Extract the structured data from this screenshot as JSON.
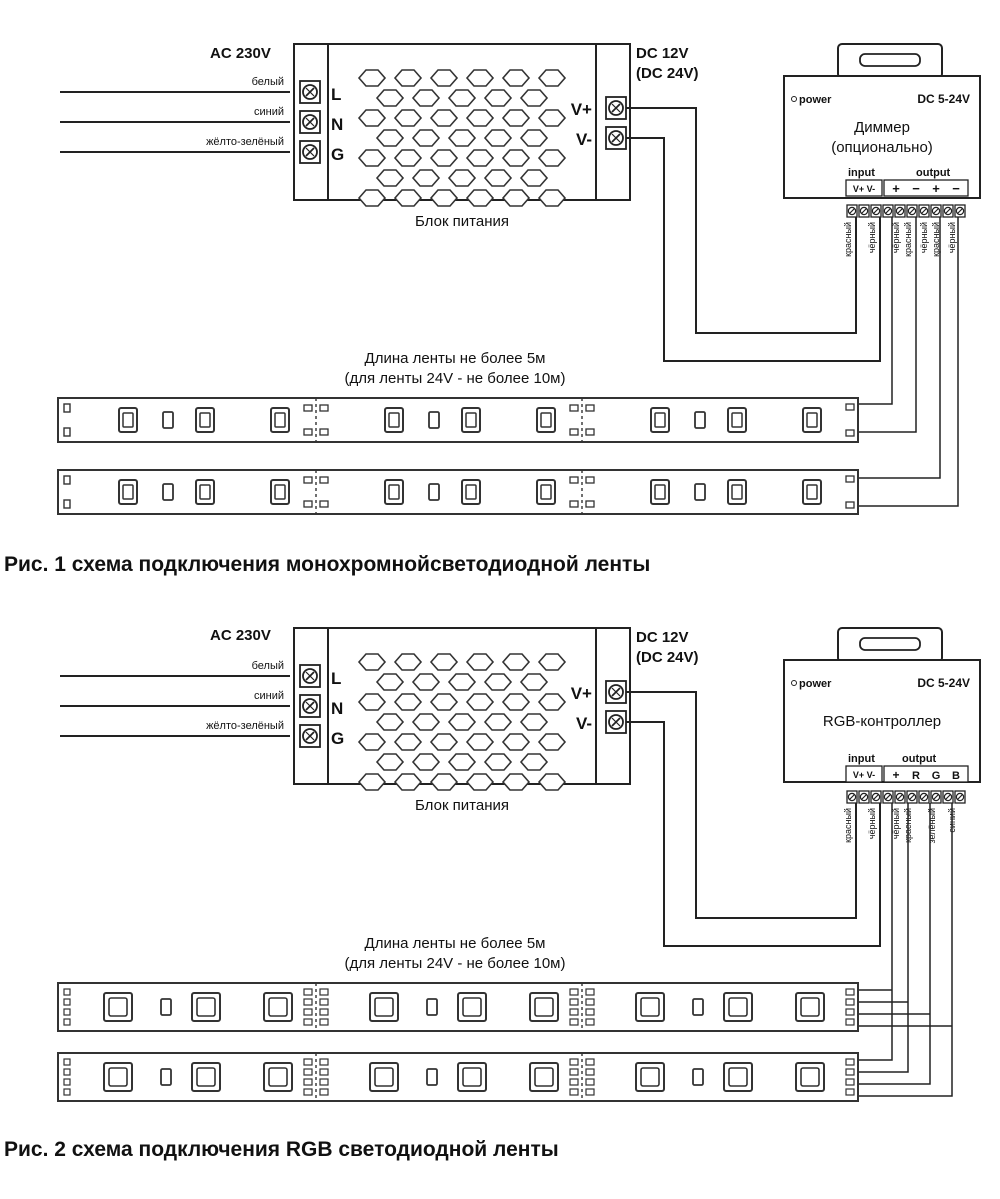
{
  "fig1": {
    "ac_label": "AC 230V",
    "wire_labels": [
      "белый",
      "синий",
      "жёлто-зелёный"
    ],
    "psu_input_terminals": [
      "L",
      "N",
      "G"
    ],
    "psu_output_terminals": [
      "V+",
      "V-"
    ],
    "dc_label_line1": "DC 12V",
    "dc_label_line2": "(DC 24V)",
    "psu_caption": "Блок питания",
    "device_power": "power",
    "device_voltage": "DC 5-24V",
    "device_name_line1": "Диммер",
    "device_name_line2": "(опционально)",
    "input_label": "input",
    "output_label": "output",
    "input_pins": "V+ V-",
    "output_pins": [
      "+",
      "−",
      "+",
      "−"
    ],
    "wire_colors": [
      "красный",
      "чёрный",
      "чёрный",
      "красный",
      "чёрный",
      "красный",
      "чёрный"
    ],
    "length_line1": "Длина ленты не более 5м",
    "length_line2": "(для ленты 24V - не более 10м)",
    "caption": "Рис. 1 схема подключения монохромнойсветодиодной ленты"
  },
  "fig2": {
    "ac_label": "AC 230V",
    "wire_labels": [
      "белый",
      "синий",
      "жёлто-зелёный"
    ],
    "psu_input_terminals": [
      "L",
      "N",
      "G"
    ],
    "psu_output_terminals": [
      "V+",
      "V-"
    ],
    "dc_label_line1": "DC 12V",
    "dc_label_line2": "(DC 24V)",
    "psu_caption": "Блок питания",
    "device_power": "power",
    "device_voltage": "DC 5-24V",
    "device_name_line1": "RGB-контроллер",
    "input_label": "input",
    "output_label": "output",
    "input_pins": "V+ V-",
    "output_pins": [
      "+",
      "R",
      "G",
      "B"
    ],
    "wire_colors": [
      "красный",
      "чёрный",
      "чёрный",
      "красный",
      "зелёный",
      "синий"
    ],
    "length_line1": "Длина ленты не более 5м",
    "length_line2": "(для ленты 24V - не более 10м)",
    "caption": "Рис. 2 схема подключения RGB светодиодной ленты"
  }
}
